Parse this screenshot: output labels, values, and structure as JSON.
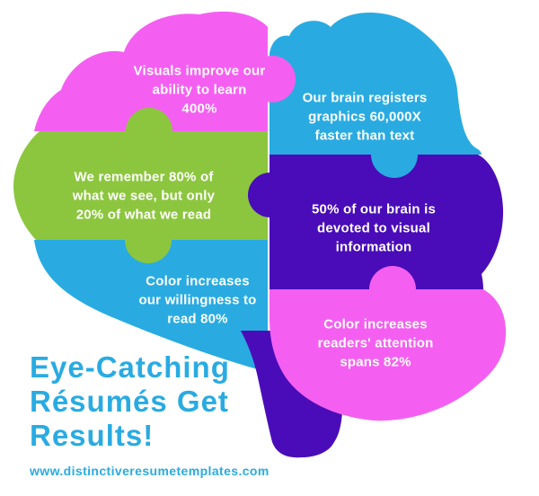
{
  "colors": {
    "pink": "#F45FF1",
    "blue": "#29ABE2",
    "green": "#8CC63E",
    "purple": "#4A0CB8",
    "stat_text": "#FFFFFF",
    "title_text": "#29ABE2",
    "background": "#FFFFFF"
  },
  "pieces": [
    {
      "id": "visuals",
      "color_name": "pink",
      "lines": [
        "Visuals improve our",
        "ability to learn",
        "400%"
      ]
    },
    {
      "id": "brain-registers",
      "color_name": "blue",
      "lines": [
        "Our brain registers",
        "graphics 60,000X",
        "faster than text"
      ]
    },
    {
      "id": "remember",
      "color_name": "green",
      "lines": [
        "We remember 80% of",
        "what we see, but only",
        "20% of what we read"
      ]
    },
    {
      "id": "brain-devoted",
      "color_name": "purple",
      "lines": [
        "50% of our brain is",
        "devoted to visual",
        "information"
      ]
    },
    {
      "id": "color-willingness",
      "color_name": "blue",
      "lines": [
        "Color increases",
        "our willingness to",
        "read 80%"
      ]
    },
    {
      "id": "color-attention",
      "color_name": "pink",
      "lines": [
        "Color increases",
        "readers' attention",
        "spans 82%"
      ]
    }
  ],
  "title": {
    "lines": [
      "Eye-Catching",
      "Résumés Get",
      "Results!"
    ]
  },
  "website": "www.distinctiveresumetemplates.com"
}
